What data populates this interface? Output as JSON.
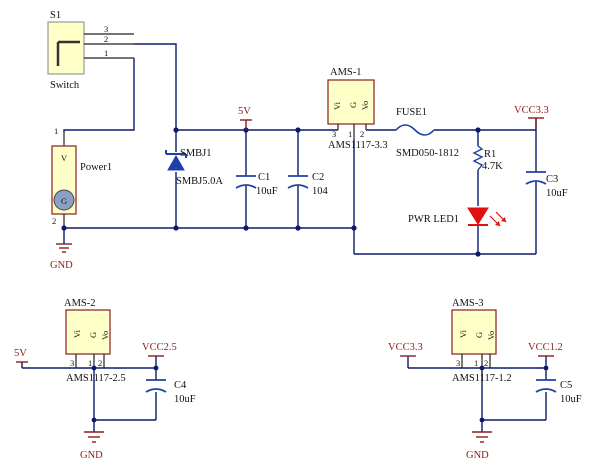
{
  "switch": {
    "designator": "S1",
    "name": "Switch",
    "pins": [
      "3",
      "2",
      "1"
    ]
  },
  "power": {
    "designator": "Power1",
    "pin_v": "V",
    "pin_g": "G",
    "pin_top": "1",
    "pin_bottom": "2"
  },
  "gnd_label": "GND",
  "tvs": {
    "designator": "SMBJ1",
    "value": "SMBJ5.0A"
  },
  "net_5v": "5V",
  "c1": {
    "designator": "C1",
    "value": "10uF"
  },
  "c2": {
    "designator": "C2",
    "value": "104"
  },
  "ams1": {
    "designator": "AMS-1",
    "value": "AMS1117-3.3",
    "pin_vi": "Vi",
    "pin_g": "G",
    "pin_vo": "Vo",
    "pin_num_vi": "3",
    "pin_num_g": "1",
    "pin_num_vo": "2"
  },
  "fuse": {
    "designator": "FUSE1",
    "value": "SMD050-1812"
  },
  "net_vcc33": "VCC3.3",
  "r1": {
    "designator": "R1",
    "value": "4.7K"
  },
  "c3": {
    "designator": "C3",
    "value": "10uF"
  },
  "led": {
    "designator": "PWR LED1"
  },
  "ams2": {
    "designator": "AMS-2",
    "value": "AMS1117-2.5",
    "pin_vi": "Vi",
    "pin_g": "G",
    "pin_vo": "Vo",
    "pin_num_vi": "3",
    "pin_num_g": "1",
    "pin_num_vo": "2"
  },
  "net_5v_b": "5V",
  "net_vcc25": "VCC2.5",
  "c4": {
    "designator": "C4",
    "value": "10uF"
  },
  "ams3": {
    "designator": "AMS-3",
    "value": "AMS1117-1.2",
    "pin_vi": "Vi",
    "pin_g": "G",
    "pin_vo": "Vo",
    "pin_num_vi": "3",
    "pin_num_g": "1",
    "pin_num_vo": "2"
  },
  "net_vcc33_b": "VCC3.3",
  "net_vcc12": "VCC1.2",
  "c5": {
    "designator": "C5",
    "value": "10uF"
  },
  "colors": {
    "wire": "#0b1a6b",
    "power_port": "#8b1b1b",
    "component_fill": "#ffffc8",
    "led": "#e01010",
    "diode": "#1f3fa8"
  }
}
